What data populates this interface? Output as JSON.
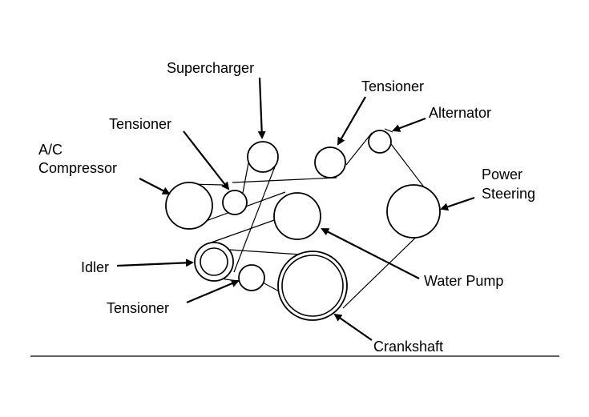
{
  "labels": {
    "supercharger": "Supercharger",
    "tensioner_top_right": "Tensioner",
    "alternator": "Alternator",
    "tensioner_top_left": "Tensioner",
    "ac_compressor_line1": "A/C",
    "ac_compressor_line2": "Compressor",
    "power_steering_line1": "Power",
    "power_steering_line2": "Steering",
    "idler": "Idler",
    "water_pump": "Water Pump",
    "tensioner_bottom": "Tensioner",
    "crankshaft": "Crankshaft"
  }
}
